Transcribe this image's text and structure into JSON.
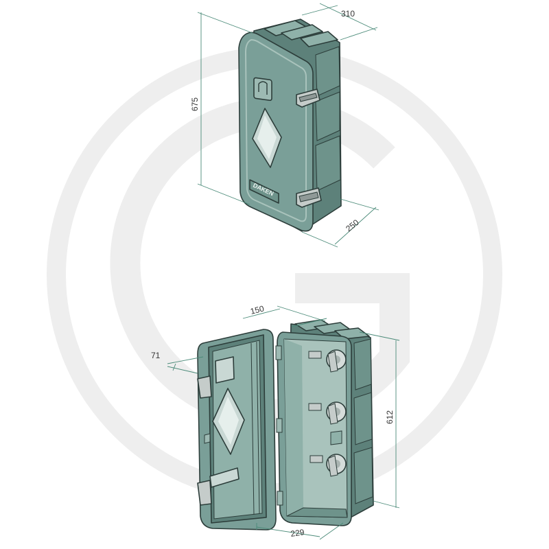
{
  "brand": "DAKEN",
  "colors": {
    "body": "#7a9f98",
    "body_light": "#a9c3bc",
    "body_dark": "#5d817a",
    "edge": "#2c3d3a",
    "window": "#c9d8d4",
    "dim_line": "#4a8a78",
    "watermark": "#eeeeee"
  },
  "dimensions": {
    "closed_width": "310",
    "closed_height": "675",
    "closed_depth": "250",
    "open_door_depth": "150",
    "open_door_thickness": "71",
    "open_inner_height": "612",
    "open_inner_width": "229"
  }
}
